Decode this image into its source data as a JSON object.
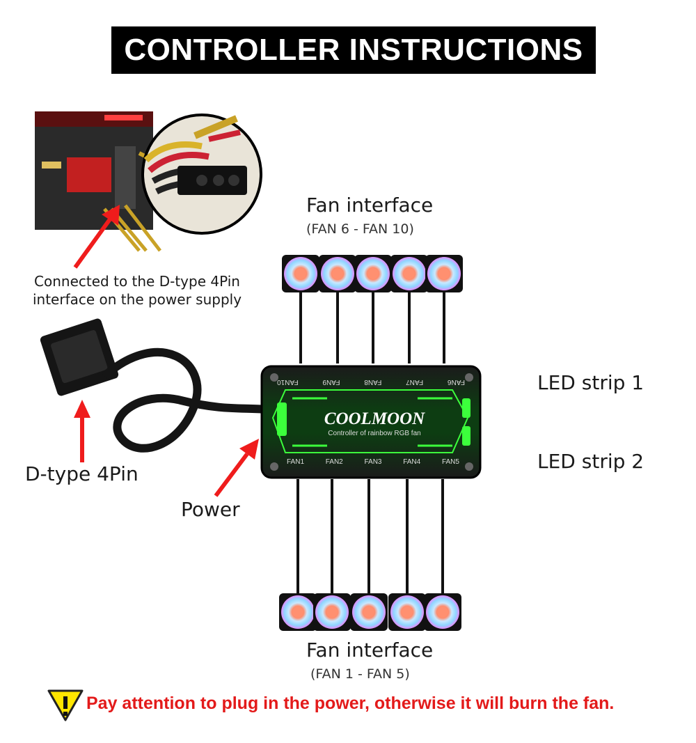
{
  "title": "CONTROLLER INSTRUCTIONS",
  "top_fans": {
    "title": "Fan interface",
    "range": "(FAN 6 - FAN 10)"
  },
  "bottom_fans": {
    "title": "Fan interface",
    "range": "(FAN 1 - FAN 5)"
  },
  "psu_note": {
    "line1": "Connected to the D-type 4Pin",
    "line2": "interface on the power supply"
  },
  "connector_label": "D-type 4Pin",
  "power_label": "Power",
  "led_strip_1": "LED strip 1",
  "led_strip_2": "LED strip 2",
  "controller": {
    "brand": "COOLMOON",
    "subtitle": "Controller of rainbow RGB fan",
    "top_ports": [
      "FAN10",
      "FAN9",
      "FAN8",
      "FAN7",
      "FAN6"
    ],
    "bottom_ports": [
      "FAN1",
      "FAN2",
      "FAN3",
      "FAN4",
      "FAN5"
    ]
  },
  "warning": "Pay attention to plug in the power, otherwise it will burn the fan.",
  "icons": {
    "warning": "warning-triangle-icon",
    "arrow": "red-arrow-icon",
    "fan": "rgb-fan-icon"
  },
  "colors": {
    "warning_red": "#e31a1a",
    "arrow_red": "#ef1c1c",
    "controller_green": "#3cff3c",
    "warning_yellow": "#ffe600"
  }
}
